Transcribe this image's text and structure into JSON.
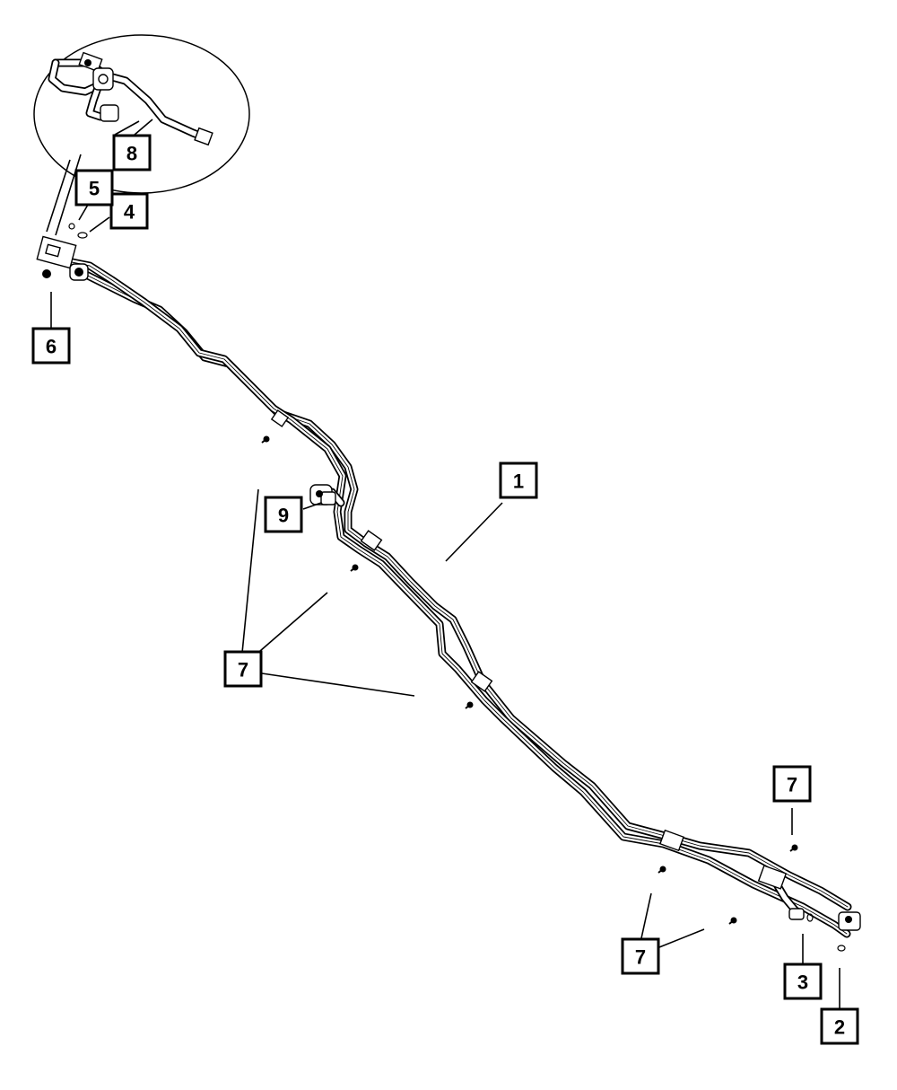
{
  "diagram": {
    "colors": {
      "line": "#000000",
      "background": "#ffffff"
    },
    "callouts": [
      {
        "id": "callout-1",
        "label": "1"
      },
      {
        "id": "callout-2",
        "label": "2"
      },
      {
        "id": "callout-3",
        "label": "3"
      },
      {
        "id": "callout-4",
        "label": "4"
      },
      {
        "id": "callout-5",
        "label": "5"
      },
      {
        "id": "callout-6",
        "label": "6"
      },
      {
        "id": "callout-7-middle",
        "label": "7"
      },
      {
        "id": "callout-7-upper-right",
        "label": "7"
      },
      {
        "id": "callout-7-lower-right",
        "label": "7"
      },
      {
        "id": "callout-8",
        "label": "8"
      },
      {
        "id": "callout-9",
        "label": "9"
      }
    ]
  }
}
